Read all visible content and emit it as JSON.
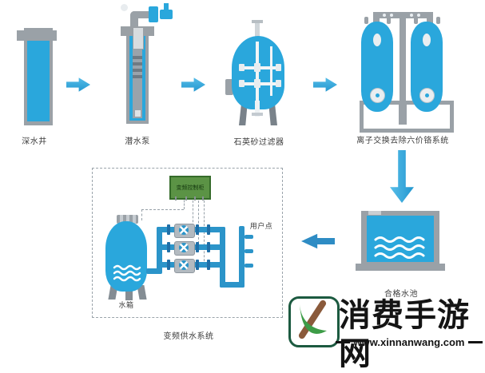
{
  "diagram": {
    "type": "process-flow",
    "stage_labels": {
      "deep_well": "深水井",
      "submersible_pump": "潜水泵",
      "quartz_sand_filter": "石英砂过滤器",
      "ion_exchange_system": "离子交换去除六价铬系统",
      "qualified_water_pool": "合格水池",
      "vfd_control_cabinet": "变频控制柜",
      "water_tank": "水箱",
      "user_point": "用户点",
      "vfd_water_supply_system": "变频供水系统"
    },
    "flow_order": [
      "深水井",
      "潜水泵",
      "石英砂过滤器",
      "离子交换去除六价铬系统",
      "合格水池",
      "变频供水系统"
    ],
    "colors": {
      "equipment_blue": "#2AA7DC",
      "pipe_blue": "#2B94C9",
      "arrow_blue": "#2DA4DC",
      "steel_gray": "#9AA1A7",
      "cabinet_green": "#5B9345"
    }
  },
  "watermark": {
    "site_name": "消费手游网",
    "site_url": "www.xinnanwang.com",
    "logo_colors": {
      "border_green": "#1C5A40",
      "leaf_green": "#3D9C47",
      "stick_brown": "#8A5A3B"
    }
  }
}
